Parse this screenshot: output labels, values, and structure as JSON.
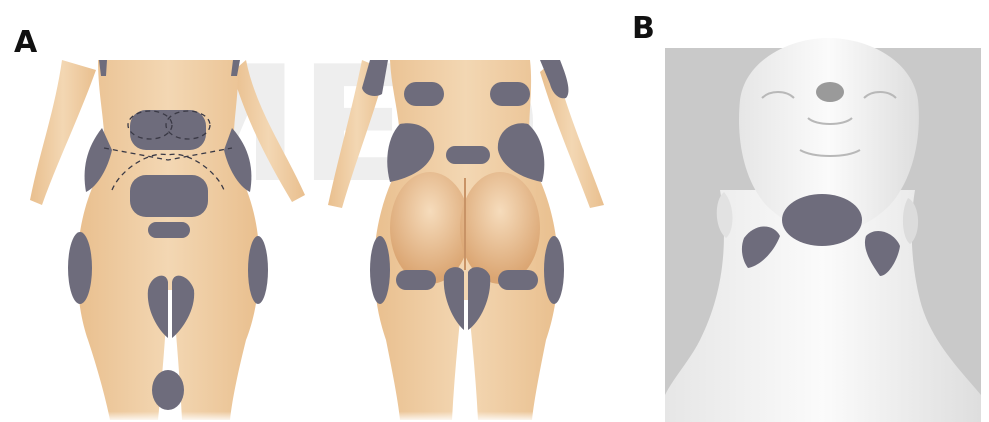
{
  "panels": [
    {
      "label": "A",
      "views": [
        "front-body",
        "back-body"
      ]
    },
    {
      "label": "B",
      "views": [
        "neck-underside"
      ]
    }
  ],
  "watermark": "MED",
  "colors": {
    "background": "#ffffff",
    "skin": "#efcfa7",
    "skin_shadow": "#d9ab79",
    "zone": "#6e6c7c",
    "zone_outline": "#3a3945",
    "panel_b_bg": "#c9c9c9",
    "head": "#f0f0f0"
  }
}
